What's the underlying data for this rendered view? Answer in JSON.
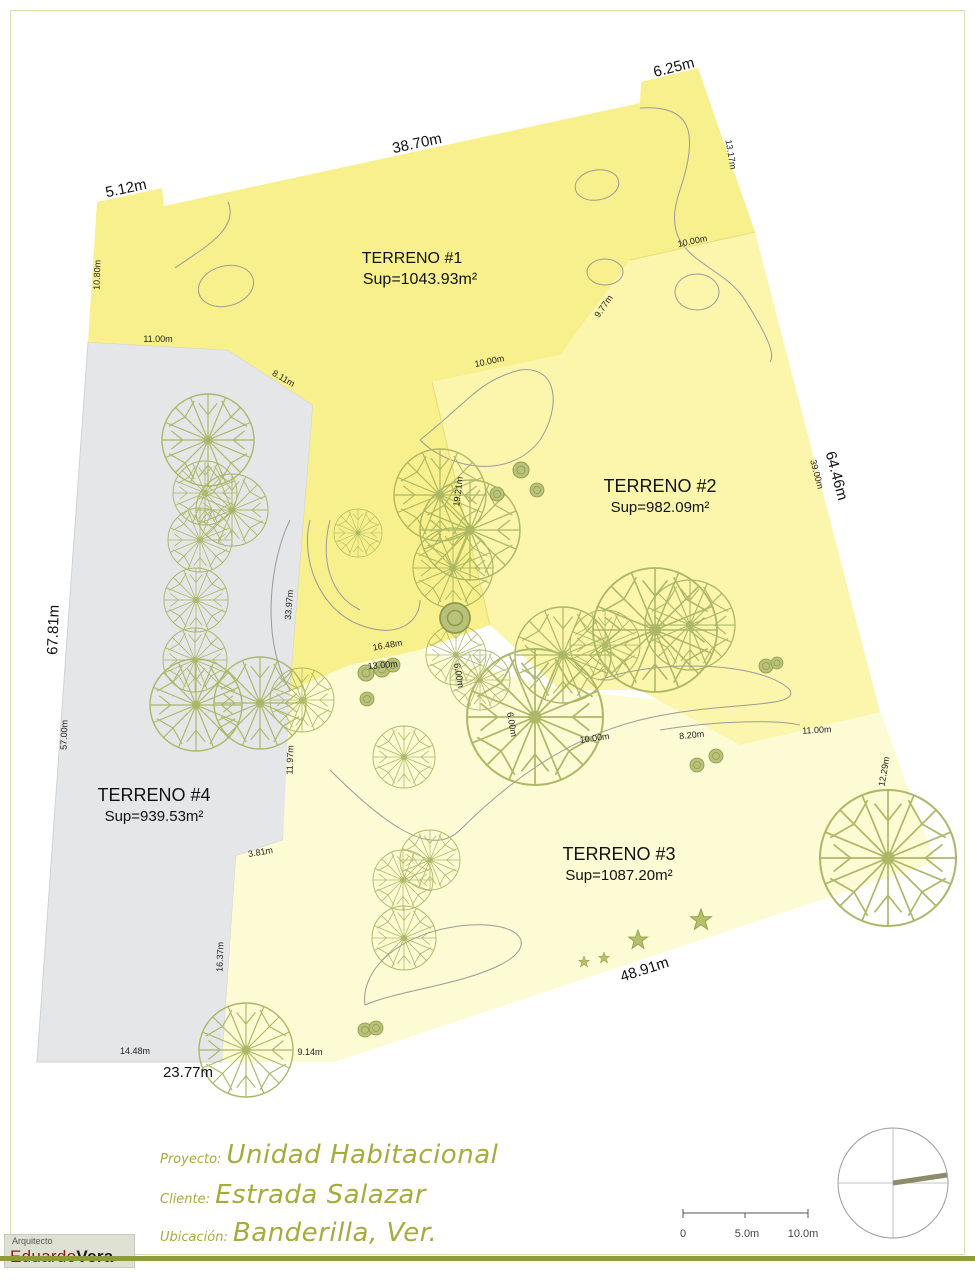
{
  "lots": [
    {
      "id": "lot-1",
      "name": "TERRENO #1",
      "area": "Sup=1043.93m²",
      "fill": "#f8f08c"
    },
    {
      "id": "lot-2",
      "name": "TERRENO #2",
      "area": "Sup=982.09m²",
      "fill": "#fcf6ac"
    },
    {
      "id": "lot-3",
      "name": "TERRENO #3",
      "area": "Sup=1087.20m²",
      "fill": "#fdfbd3"
    },
    {
      "id": "lot-4",
      "name": "TERRENO #4",
      "area": "Sup=939.53m²",
      "fill": "#e5e6e7"
    }
  ],
  "dimensions_major": [
    "6.25m",
    "38.70m",
    "5.12m",
    "64.46m",
    "67.81m",
    "48.91m",
    "23.77m"
  ],
  "dimensions_minor": [
    "13.17m",
    "10.80m",
    "10.00m",
    "9.77m",
    "11.00m",
    "8.11m",
    "10.00m",
    "39.00m",
    "19.21m",
    "33.97m",
    "16.48m",
    "13.00m",
    "6.00m",
    "6.00m",
    "10.00m",
    "8.20m",
    "11.00m",
    "12.29m",
    "57.00m",
    "11.97m",
    "3.81m",
    "16.37m",
    "14.48m",
    "9.14m"
  ],
  "project": {
    "project_label": "Proyecto:",
    "project_value": "Unidad Habitacional",
    "client_label": "Cliente:",
    "client_value": "Estrada Salazar",
    "location_label": "Ubicación:",
    "location_value": "Banderilla, Ver."
  },
  "scale_bar": {
    "labels": [
      "0",
      "5.0m",
      "10.0m"
    ]
  },
  "logo": {
    "prefix": "Arquitecto",
    "first": "Eduardo",
    "last": "Vera"
  },
  "colors": {
    "tree": "#a8b560",
    "contour": "#9a9a9a",
    "accent": "#8f9a3c"
  }
}
